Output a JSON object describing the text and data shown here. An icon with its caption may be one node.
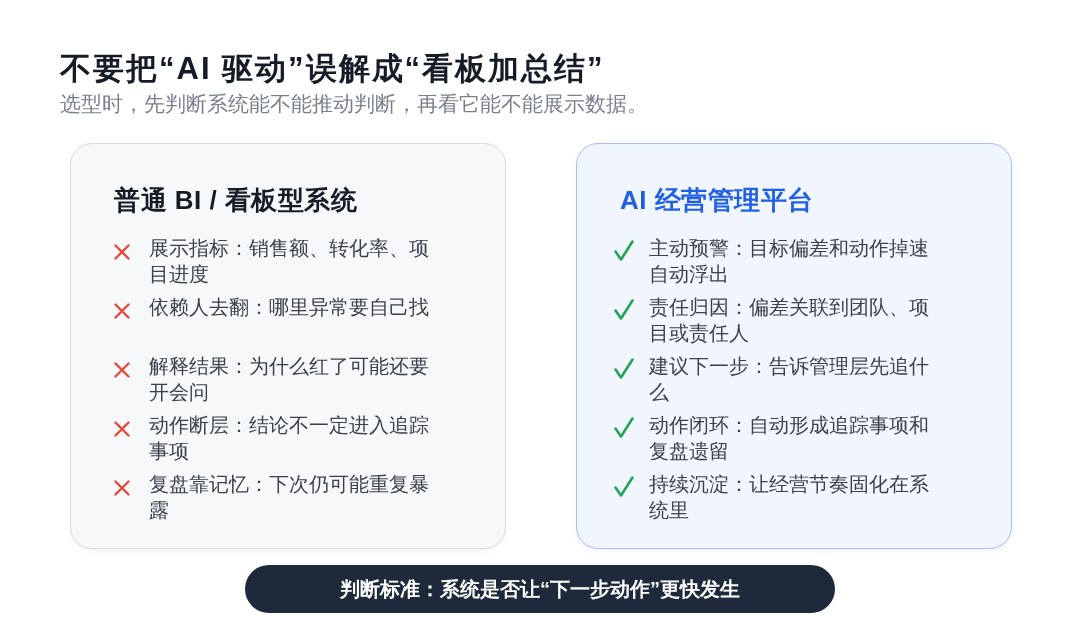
{
  "diagram": {
    "title": "不要把“AI 驱动”误解成“看板加总结”",
    "nodes": [
      {
        "text": [
          "普通 BI / 看板型系统",
          "展示指标：销售额、转化率、项目进度",
          "依赖人去翻：哪里异常要自己找",
          "解释结果：为什么红了可能还要开会问",
          "动作断层：结论不一定进入追踪事项",
          "复盘靠记忆：下次仍可能重复暴露"
        ]
      },
      {
        "text": [
          "AI 经营管理平台",
          "主动预警：目标偏差和动作掉速自动浮出",
          "责任归因：偏差关联到团队、项目或责任人",
          "建议下一步：告诉管理层先追什么",
          "动作闭环：自动形成追踪事项和复盘遗留",
          "持续沉淀：让经营节奏固化在系统里"
        ]
      },
      {
        "text": [
          "判断标准：系统是否让“下一步动作”更快发生"
        ]
      }
    ],
    "labels": [
      "选型时，先判断系统能不能推动判断，再看它能不能展示数据。"
    ]
  }
}
